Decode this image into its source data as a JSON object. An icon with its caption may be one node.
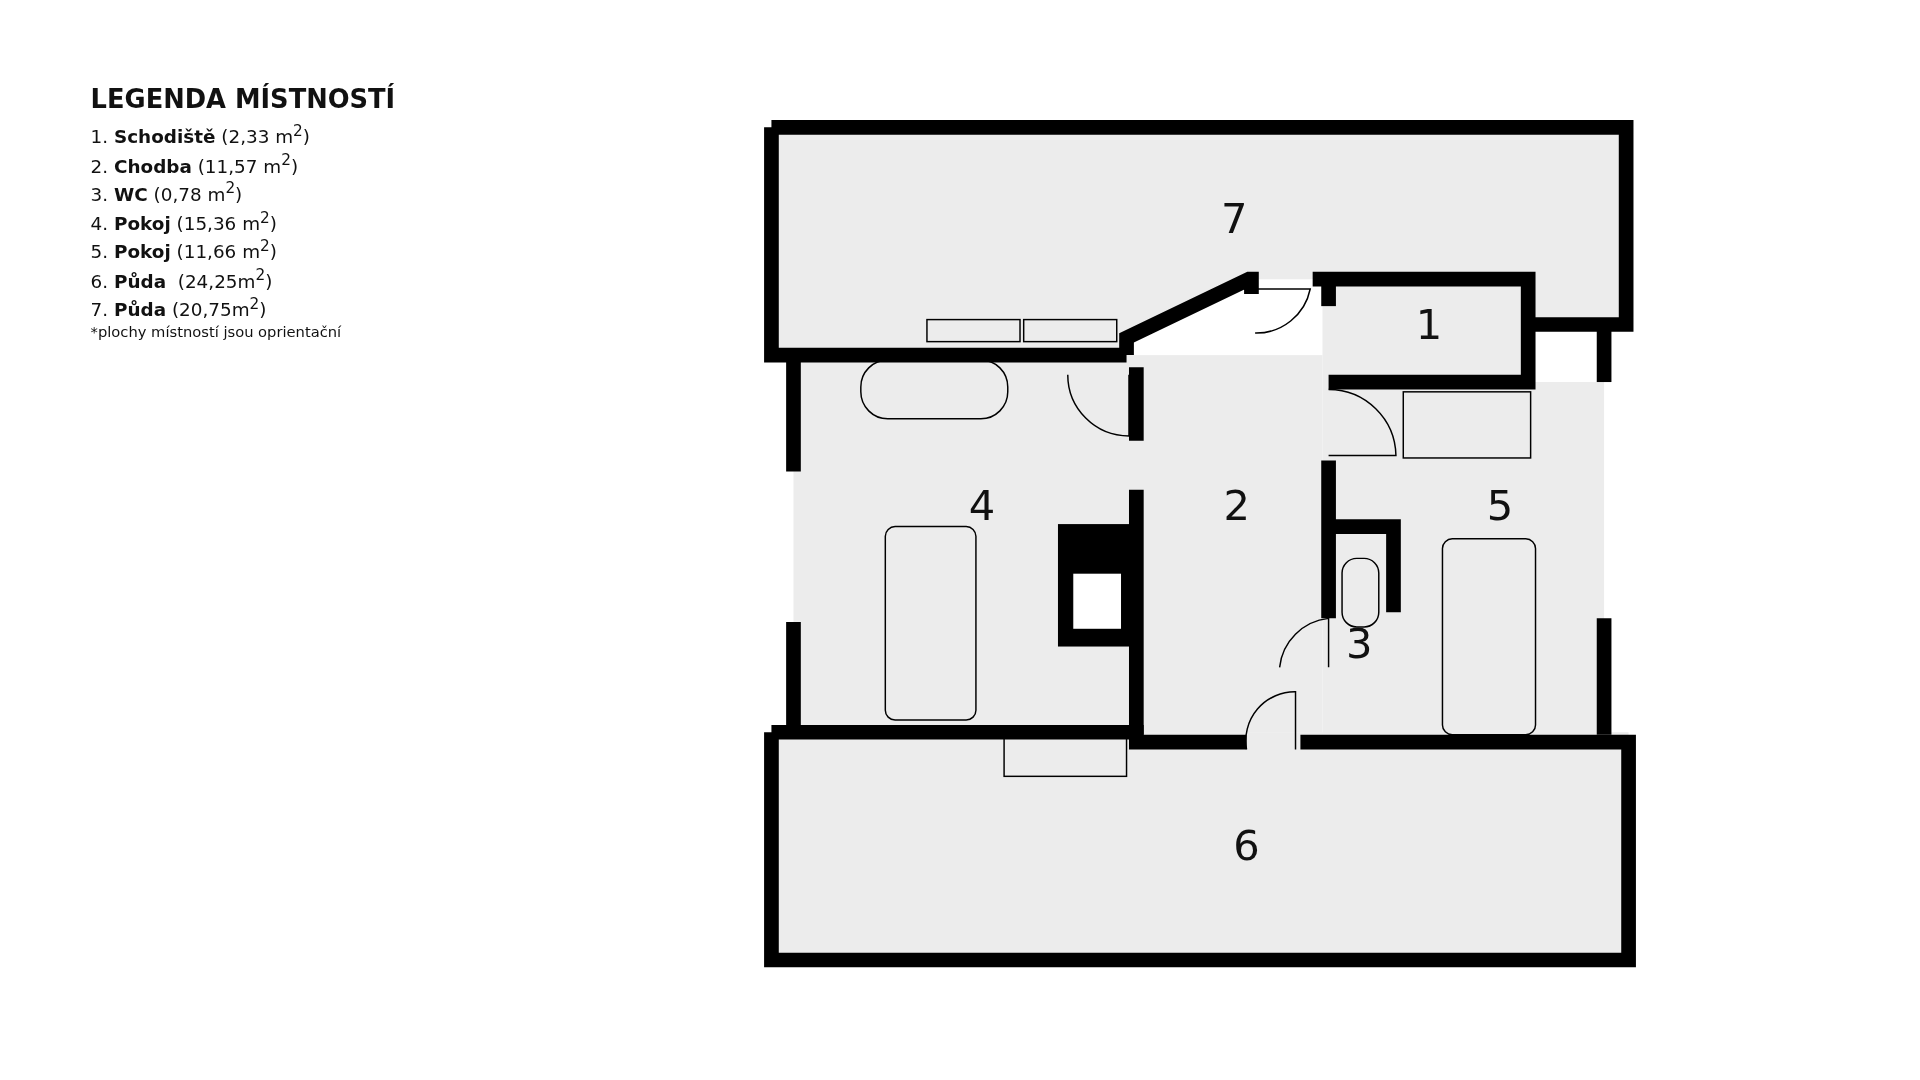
{
  "diagram": {
    "title": "LEGENDA MÍSTNOSTÍ",
    "labels": [
      "1. **Schodiště** (2,33 m$^{2}$)",
      "2. **Chodba** (11,57 m$^{2}$)",
      "3. **WC** (0,78 m$^{2}$)",
      "4. **Pokoj** (15,36 m$^{2}$)",
      "5. **Pokoj** (11,66 m$^{2}$)",
      "6. **Půda**  (24,25m$^{2}$)",
      "7. **Půda** (20,75m$^{2}$)",
      "*plochy místností jsou oprientační",
      "7",
      "1",
      "4",
      "2",
      "5",
      "3",
      "6"
    ]
  }
}
